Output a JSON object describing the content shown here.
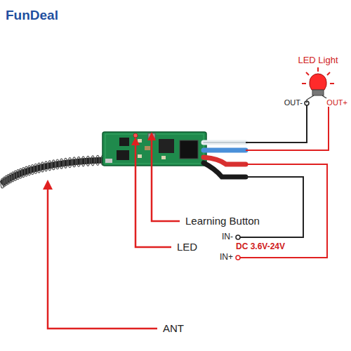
{
  "diagram": {
    "title": "FunDeal",
    "labels": [
      "LED Light",
      "OUT-",
      "OUT+",
      "Learning Button",
      "LED",
      "IN-",
      "DC 3.6V-24V",
      "IN+",
      "ANT"
    ]
  }
}
